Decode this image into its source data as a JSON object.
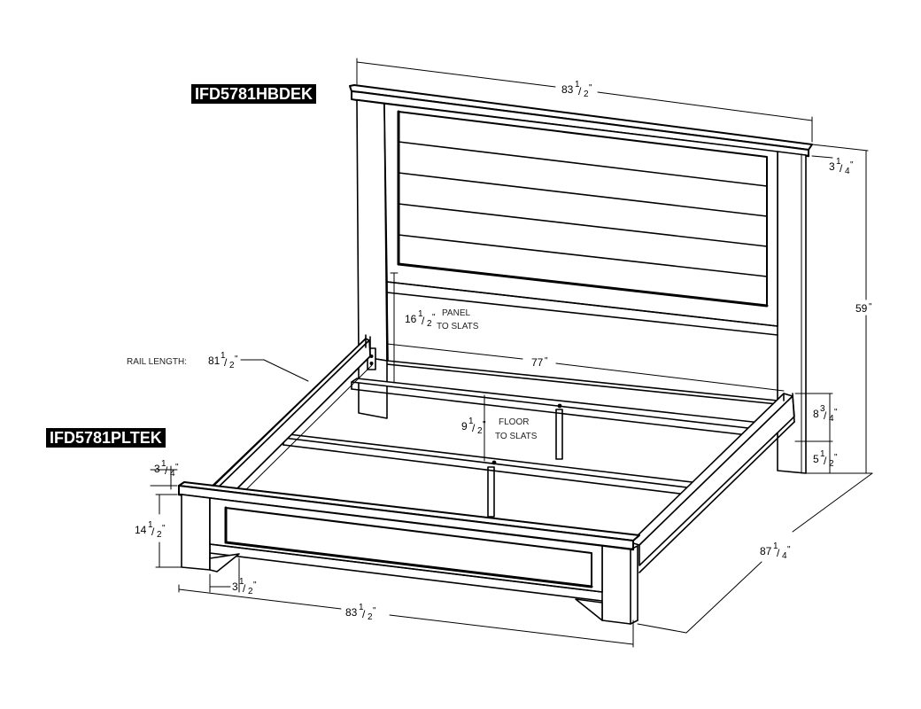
{
  "labels": {
    "headboard_model": "IFD5781HBDEK",
    "platform_model": "IFD5781PLTEK"
  },
  "dimensions": {
    "headboard_width": {
      "whole": "83",
      "num": "1",
      "den": "2",
      "unit": "\""
    },
    "headboard_cap_thickness": {
      "whole": "3",
      "num": "1",
      "den": "4",
      "unit": "\""
    },
    "headboard_height": {
      "whole": "59",
      "num": "",
      "den": "",
      "unit": "\""
    },
    "panel_to_slats": {
      "whole": "16",
      "num": "1",
      "den": "2",
      "unit": "\"",
      "note_line1": "PANEL",
      "note_line2": "TO SLATS"
    },
    "rail_length": {
      "prefix": "RAIL LENGTH: ",
      "whole": "81",
      "num": "1",
      "den": "2",
      "unit": "\""
    },
    "inner_width": {
      "whole": "77",
      "num": "",
      "den": "",
      "unit": "\""
    },
    "floor_to_slats": {
      "whole": "9",
      "num": "1",
      "den": "2",
      "unit": "\"",
      "note_line1": "FLOOR",
      "note_line2": "TO SLATS"
    },
    "side_rail_height": {
      "whole": "8",
      "num": "3",
      "den": "4",
      "unit": "\""
    },
    "rail_clearance": {
      "whole": "5",
      "num": "1",
      "den": "2",
      "unit": "\""
    },
    "footboard_cap_thickness": {
      "whole": "3",
      "num": "1",
      "den": "4",
      "unit": "\""
    },
    "footboard_height": {
      "whole": "14",
      "num": "1",
      "den": "2",
      "unit": "\""
    },
    "foot_leg_width": {
      "whole": "3",
      "num": "1",
      "den": "2",
      "unit": "\""
    },
    "footboard_width": {
      "whole": "83",
      "num": "1",
      "den": "2",
      "unit": "\""
    },
    "overall_length": {
      "whole": "87",
      "num": "1",
      "den": "4",
      "unit": "\""
    }
  }
}
